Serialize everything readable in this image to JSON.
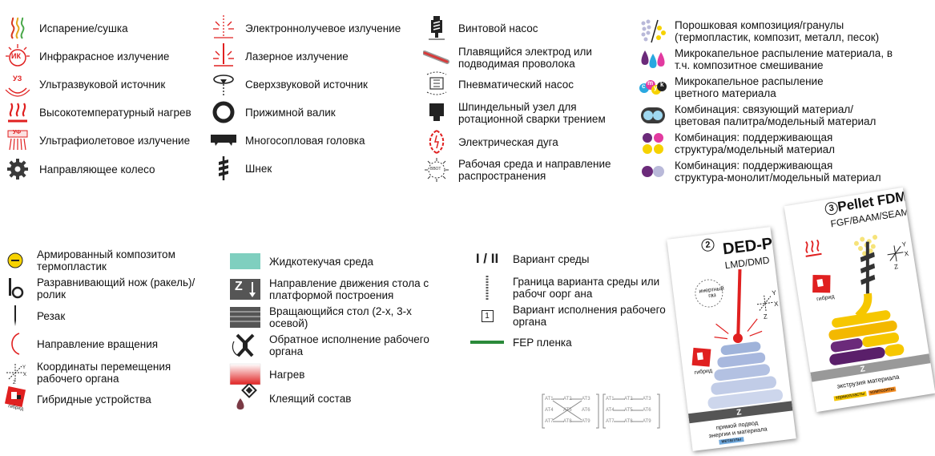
{
  "col1": [
    {
      "icon": "steam-icon",
      "label": "Испарение/сушка"
    },
    {
      "icon": "infrared-icon",
      "label": "Инфракрасное излучение",
      "icon_text": "ИК"
    },
    {
      "icon": "ultrasound-icon",
      "label": "Ультразвуковой источник",
      "icon_text": "УЗ"
    },
    {
      "icon": "heat-icon",
      "label": "Высокотемпературный нагрев"
    },
    {
      "icon": "ultraviolet-icon",
      "label": "Ультрафиолетовое излучение",
      "icon_text": "УФ"
    },
    {
      "icon": "gear-icon",
      "label": "Направляющее колесо"
    }
  ],
  "col2": [
    {
      "icon": "electron-beam-icon",
      "label": "Электроннолучевое излучение"
    },
    {
      "icon": "laser-icon",
      "label": "Лазерное излучение"
    },
    {
      "icon": "supersonic-icon",
      "label": "Сверхзвуковой источник"
    },
    {
      "icon": "pressure-roller-icon",
      "label": "Прижимной валик"
    },
    {
      "icon": "multinozzle-head-icon",
      "label": "Многосопловая головка"
    },
    {
      "icon": "auger-icon",
      "label": "Шнек"
    }
  ],
  "col3": [
    {
      "icon": "screw-pump-icon",
      "label": "Винтовой насос"
    },
    {
      "icon": "melting-electrode-icon",
      "label": "Плавящийся электрод или\nподводимая проволока"
    },
    {
      "icon": "pneumatic-pump-icon",
      "label": "Пневматический насос"
    },
    {
      "icon": "spindle-icon",
      "label": "Шпиндельный узел для\nротационной сварки трением"
    },
    {
      "icon": "electric-arc-icon",
      "label": "Электрическая дуга"
    },
    {
      "icon": "working-medium-icon",
      "label": "Рабочая среда и направление\nраспространения",
      "icon_text": "ВВОТ"
    }
  ],
  "col4": [
    {
      "icon": "powder-icon",
      "label": "Порошковая композиция/гранулы\n(термопластик, композит, металл, песок)"
    },
    {
      "icon": "droplet-mix-icon",
      "label": "Микрокапельное распыление материала, в\nт.ч. композитное смешивание"
    },
    {
      "icon": "cmyk-icon",
      "label": "Микрокапельное распыление\nцветного материала",
      "icon_text": [
        "c",
        "m",
        "y",
        "k"
      ]
    },
    {
      "icon": "binder-combo-icon",
      "label": "Комбинация: связующий материал/\nцветовая палитра/модельный материал"
    },
    {
      "icon": "support-combo-icon",
      "label": "Комбинация: поддерживающая\nструктура/модельный материал"
    },
    {
      "icon": "monolith-combo-icon",
      "label": "Комбинация: поддерживающая\nструктура-монолит/модельный материал"
    }
  ],
  "col5": [
    {
      "icon": "reinforced-composite-icon",
      "label": "Армированный композитом\nтермопластик"
    },
    {
      "icon": "blade-roller-icon",
      "label": "Разравнивающий нож (ракель)/\nролик"
    },
    {
      "icon": "cutter-icon",
      "label": "Резак"
    },
    {
      "icon": "rotation-direction-icon",
      "label": "Направление вращения"
    },
    {
      "icon": "coordinates-icon",
      "label": "Координаты перемещения\nрабочего органа"
    },
    {
      "icon": "hybrid-icon",
      "label": "Гибридные устройства",
      "icon_text": "гибрид"
    }
  ],
  "col6": [
    {
      "icon": "fluid-medium-icon",
      "label": "Жидкотекучая среда"
    },
    {
      "icon": "table-direction-icon",
      "label": "Направление движения стола с\nплатформой построения",
      "icon_text": "Z"
    },
    {
      "icon": "rotating-table-icon",
      "label": "Вращающийся стол (2-х, 3-х\nосевой)"
    },
    {
      "icon": "reverse-execution-icon",
      "label": "Обратное исполнение рабочего\nоргана"
    },
    {
      "icon": "heating-icon",
      "label": "Нагрев"
    },
    {
      "icon": "adhesive-icon",
      "label": "Клеящий состав"
    }
  ],
  "col7": [
    {
      "icon": "medium-variant-icon",
      "label": "Вариант среды",
      "icon_text": "I / II"
    },
    {
      "icon": "medium-boundary-icon",
      "label": "Граница варианта среды или\nрабочг оорг  ана"
    },
    {
      "icon": "execution-variant-icon",
      "label": "Вариант исполнения рабочего\nоргана",
      "icon_text": "1"
    },
    {
      "icon": "fep-film-icon",
      "label": "FEP пленка"
    }
  ],
  "matrix": {
    "left": [
      "АТ1",
      "АТ2",
      "АТ3",
      "АТ4",
      "АТ5",
      "АТ6",
      "АТ7",
      "АТ8",
      "АТ9"
    ],
    "right": [
      "АТ1",
      "АТ2",
      "АТ3",
      "АТ4",
      "АТ5",
      "АТ6",
      "АТ7",
      "АТ8",
      "АТ9"
    ]
  },
  "card_ded": {
    "number": "2",
    "title": "DED-P",
    "subtitle": "LMD/DMD",
    "gas_label": "инертный\nгаз",
    "z_label": "Z",
    "axis_labels": [
      "Y",
      "X",
      "Z"
    ],
    "hybrid_label": "гибрид",
    "caption": "прямой подвод\nэнергии и материала",
    "tag": "металлы",
    "tag_color": "#6fa8dc"
  },
  "card_pellet": {
    "number": "3",
    "title": "Pellet FDM",
    "subtitle": "FGF/BAAM/SEAM",
    "z_label": "Z",
    "axis_labels": [
      "Y",
      "X",
      "Z"
    ],
    "hybrid_label": "гибрид",
    "caption": "экструзия материала",
    "tags": [
      "термопласты",
      "композиты"
    ],
    "tag_colors": [
      "#f6c700",
      "#f18a1f"
    ]
  },
  "colors": {
    "red": "#e02020",
    "yellow": "#f6d200",
    "purple": "#6b2a7a",
    "teal": "#7fcfbf",
    "green": "#2a8a3a",
    "blue": "#9fb3da"
  }
}
